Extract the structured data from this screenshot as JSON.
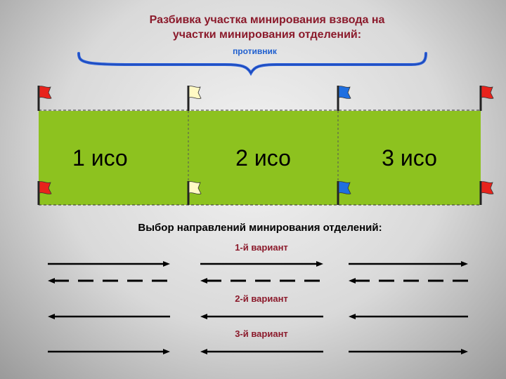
{
  "title": {
    "line1": "Разбивка участка минирования взвода на",
    "line2": "участки минирования отделений:"
  },
  "enemy_label": "противник",
  "zones": [
    {
      "label": "1 исо"
    },
    {
      "label": "2 исо"
    },
    {
      "label": "3 исо"
    }
  ],
  "flags": [
    {
      "color": "#e8231c"
    },
    {
      "color": "#fff9c4"
    },
    {
      "color": "#1f6fe0"
    },
    {
      "color": "#e8231c"
    }
  ],
  "colors": {
    "zone_fill": "#8dc21f",
    "brace": "#2b5fd9",
    "arrow": "#000000"
  },
  "directions_heading": "Выбор направлений минирования отделений:",
  "variants": [
    {
      "label": "1-й вариант"
    },
    {
      "label": "2-й вариант"
    },
    {
      "label": "3-й вариант"
    }
  ]
}
